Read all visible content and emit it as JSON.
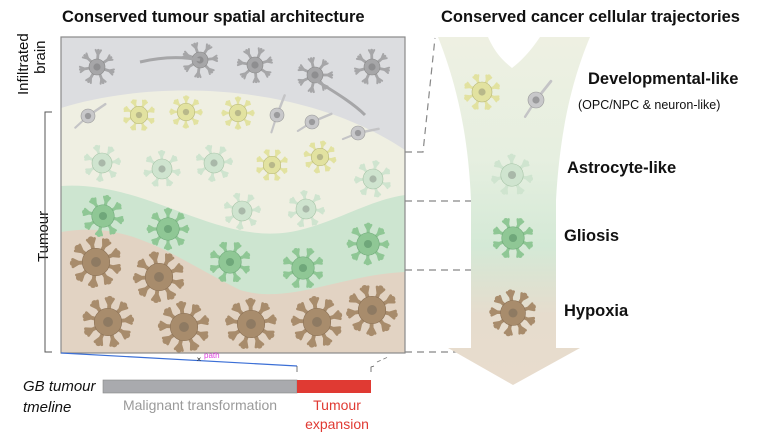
{
  "titles": {
    "left": "Conserved tumour spatial architecture",
    "right": "Conserved cancer cellular trajectories"
  },
  "side_labels": {
    "infiltrated_line1": "Infiltrated",
    "infiltrated_line2": "brain",
    "tumour": "Tumour"
  },
  "spatial_layers": [
    {
      "name": "Infiltrated brain (neurons)",
      "color": "#dcdde0"
    },
    {
      "name": "Developmental-like",
      "color": "#efefe2"
    },
    {
      "name": "Gliosis",
      "color": "#cde5d0"
    },
    {
      "name": "Hypoxia",
      "color": "#e2d3c3"
    }
  ],
  "cell_colors": {
    "neuron": "#a6a6a8",
    "opc_npc": "#e2e2a0",
    "astrocyte": "#cfe4cf",
    "gliosis": "#8fc795",
    "hypoxia": "#a88c6c",
    "nucleus_neuron": "#8e8e90",
    "nucleus_opc": "#b8b88a",
    "nucleus_astro": "#a9b8a9",
    "nucleus_gliosis": "#6fa77a",
    "nucleus_hypoxia": "#8e7a62"
  },
  "trajectories": [
    {
      "label": "Developmental-like",
      "sublabel": "(OPC/NPC & neuron-like)"
    },
    {
      "label": "Astrocyte-like",
      "sublabel": ""
    },
    {
      "label": "Gliosis",
      "sublabel": ""
    },
    {
      "label": "Hypoxia",
      "sublabel": ""
    }
  ],
  "timeline": {
    "label_line1": "GB tumour",
    "label_line2": "tmeline",
    "segments": [
      {
        "label": "Malignant transformation",
        "color": "#a9aaae",
        "text_color": "#9a9a9a",
        "fraction": 0.72
      },
      {
        "label_line1": "Tumour",
        "label_line2": "expansion",
        "color": "#e03a33",
        "text_color": "#e03a33",
        "fraction": 0.28
      }
    ]
  },
  "annotation": {
    "path_label": "path"
  }
}
